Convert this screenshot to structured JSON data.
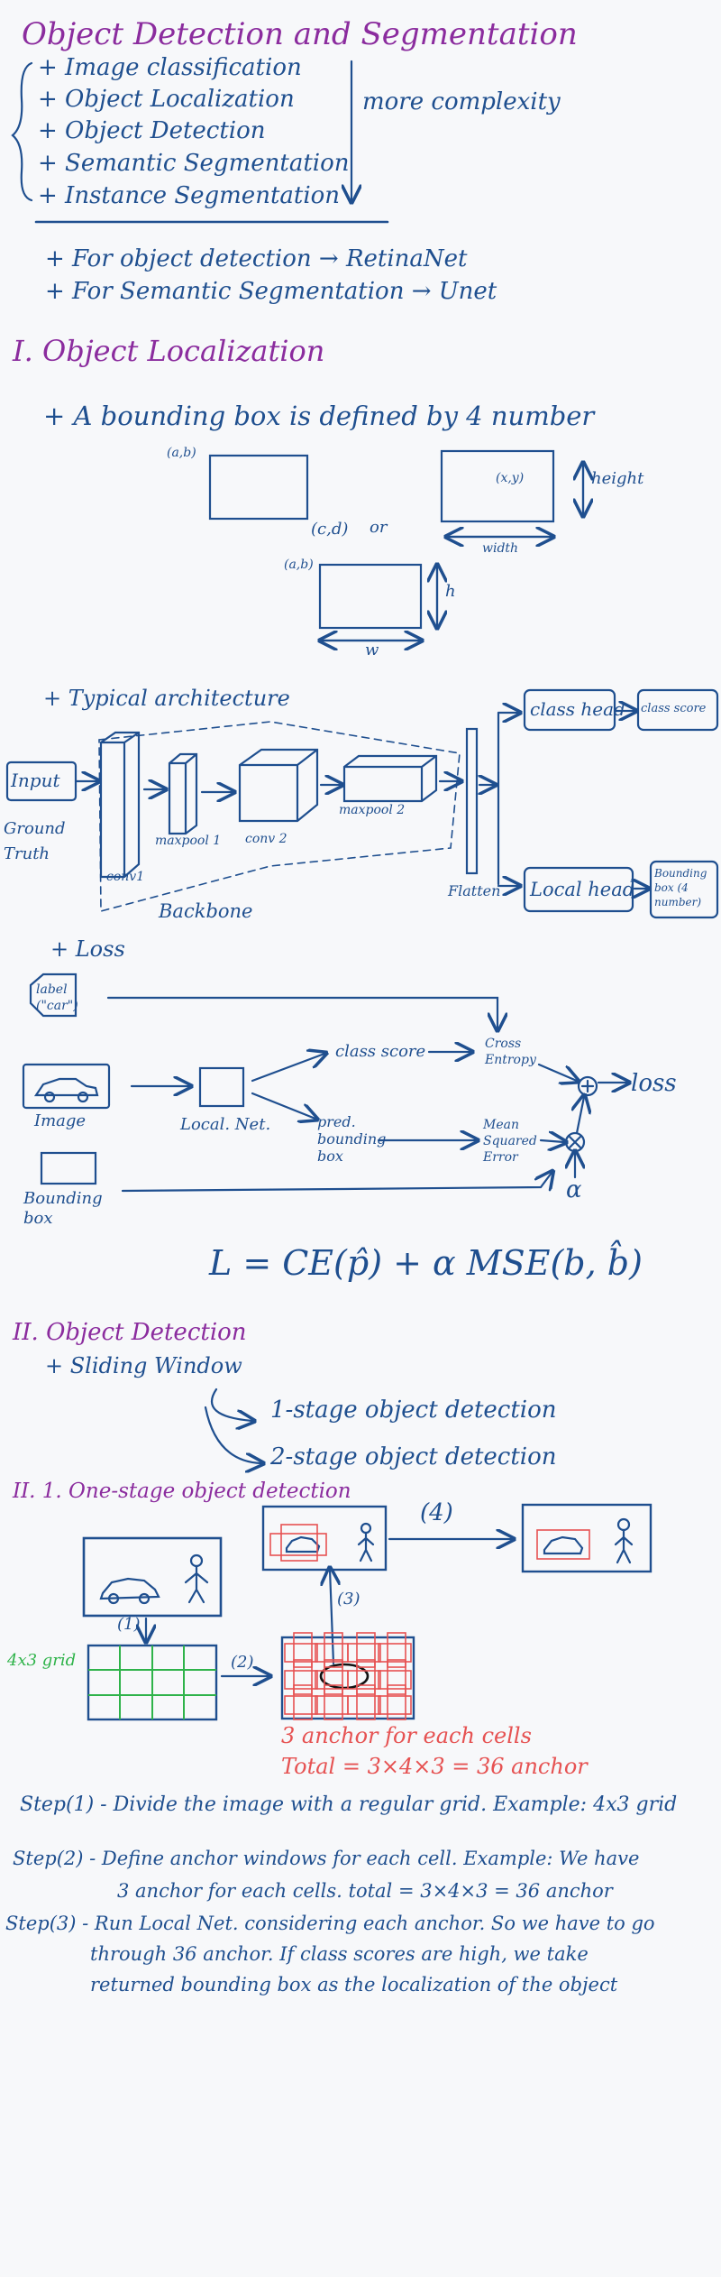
{
  "title": "Object Detection and Segmentation",
  "intro": {
    "items": [
      "+ Image classification",
      "+ Object Localization",
      "+ Object Detection",
      "+ Semantic Segmentation",
      "+ Instance Segmentation"
    ],
    "complexity_label": "more complexity",
    "notes": [
      "+ For object detection → RetinaNet",
      "+ For Semantic Segmentation → Unet"
    ]
  },
  "section1": {
    "heading": "I. Object Localization",
    "bbox_line": "+ A bounding box is defined by 4 number",
    "labels": {
      "ab": "(a,b)",
      "cd": "(c,d)",
      "or": "or",
      "xy": "(x,y)",
      "height": "height",
      "width": "width",
      "ab2": "(a,b)",
      "h": "h",
      "w": "w"
    },
    "arch_heading": "+ Typical architecture",
    "arch": {
      "input": "Input",
      "ground_truth": "Ground Truth",
      "conv1": "conv1",
      "maxpool1": "maxpool 1",
      "conv2": "conv 2",
      "maxpool2": "maxpool 2",
      "backbone": "Backbone",
      "flatten": "Flatten",
      "class_head": "class head",
      "class_score": "class score",
      "local_head": "Local head",
      "bbox_out": "Bounding box (4 number)"
    },
    "loss_heading": "+ Loss",
    "loss": {
      "label": "label (\"car\")",
      "image": "Image",
      "bounding_box": "Bounding box",
      "local_net": "Local. Net.",
      "class_score": "class score",
      "pred_box": "pred. bounding box",
      "ce": "Cross Entropy",
      "mse": "Mean Squared Error",
      "alpha": "α",
      "plus": "+",
      "times": "×",
      "loss": "loss",
      "formula": "L = CE(p̂) + α MSE(b, b̂)"
    }
  },
  "section2": {
    "heading": "II. Object Detection",
    "sliding": "+ Sliding Window",
    "one_stage": "1-stage object detection",
    "two_stage": "2-stage object detection",
    "sub_heading": "II. 1. One-stage object detection",
    "grid_label": "4x3 grid",
    "steps_marks": [
      "(1)",
      "(2)",
      "(3)",
      "(4)"
    ],
    "anchor_note1": "3 anchor for each cells",
    "anchor_note2": "Total = 3×4×3 = 36 anchor",
    "step1": "Step(1) - Divide the image with a regular grid. Example: 4x3 grid",
    "step2a": "Step(2) - Define anchor windows for each cell. Example: We have",
    "step2b": "3 anchor for each cells. total = 3×4×3 = 36 anchor",
    "step3a": "Step(3) - Run Local Net. considering each anchor. So we have to go",
    "step3b": "through 36 anchor. If class scores are high, we take",
    "step3c": "returned bounding box as the localization of the object"
  }
}
